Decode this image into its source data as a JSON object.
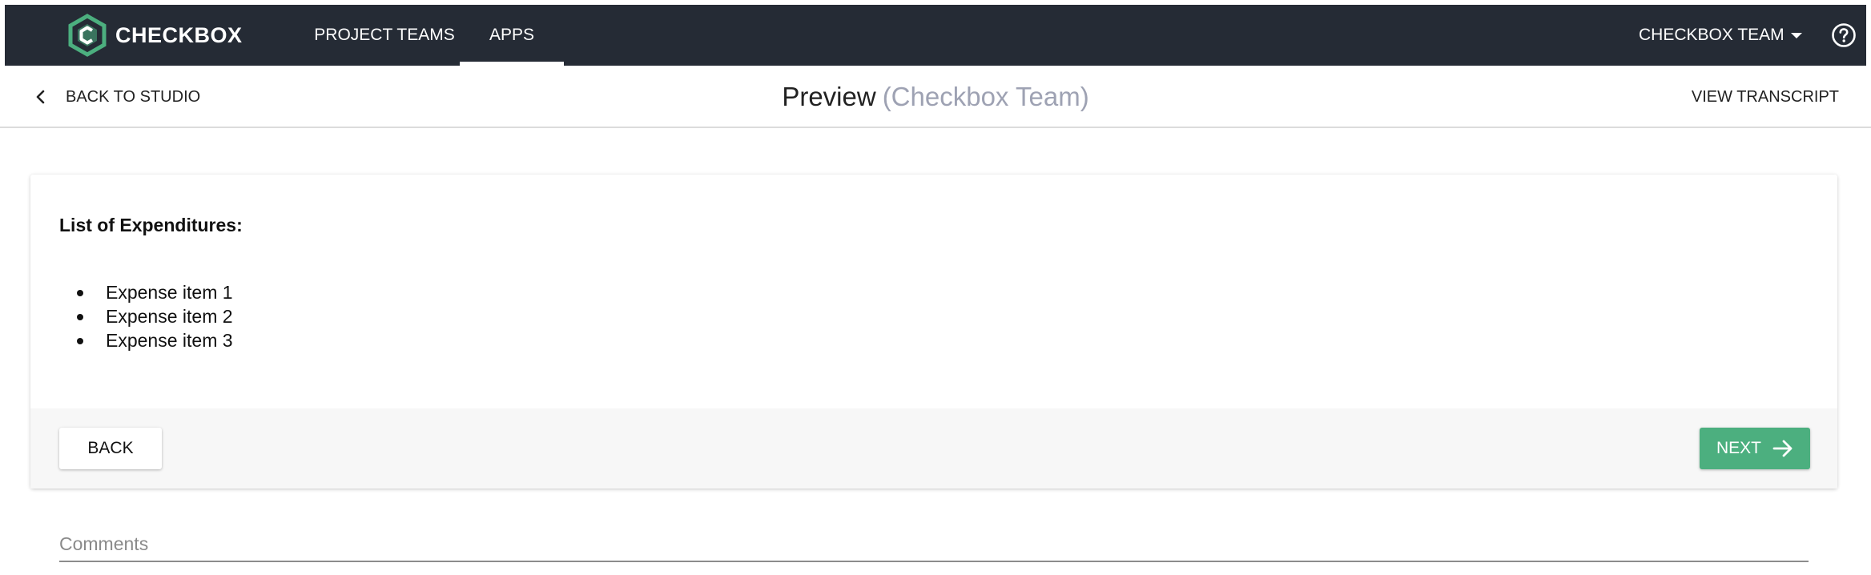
{
  "app": {
    "logo_text": "CHECKBOX"
  },
  "nav": {
    "items": [
      {
        "label": "PROJECT TEAMS",
        "active": false
      },
      {
        "label": "APPS",
        "active": true
      }
    ],
    "team_menu": "CHECKBOX TEAM",
    "help_icon": "help-circle-icon"
  },
  "subheader": {
    "back_label": "BACK TO STUDIO",
    "title": "Preview",
    "title_sub": "(Checkbox Team)",
    "view_transcript": "VIEW TRANSCRIPT"
  },
  "content": {
    "heading": "List of Expenditures:",
    "items": [
      "Expense item 1",
      "Expense item 2",
      "Expense item 3"
    ]
  },
  "footer": {
    "back_button": "BACK",
    "next_button": "NEXT"
  },
  "comments": {
    "placeholder": "Comments"
  },
  "colors": {
    "topbar": "#252b35",
    "accent_green": "#4caf7f",
    "title_sub": "#9ea2b3"
  }
}
